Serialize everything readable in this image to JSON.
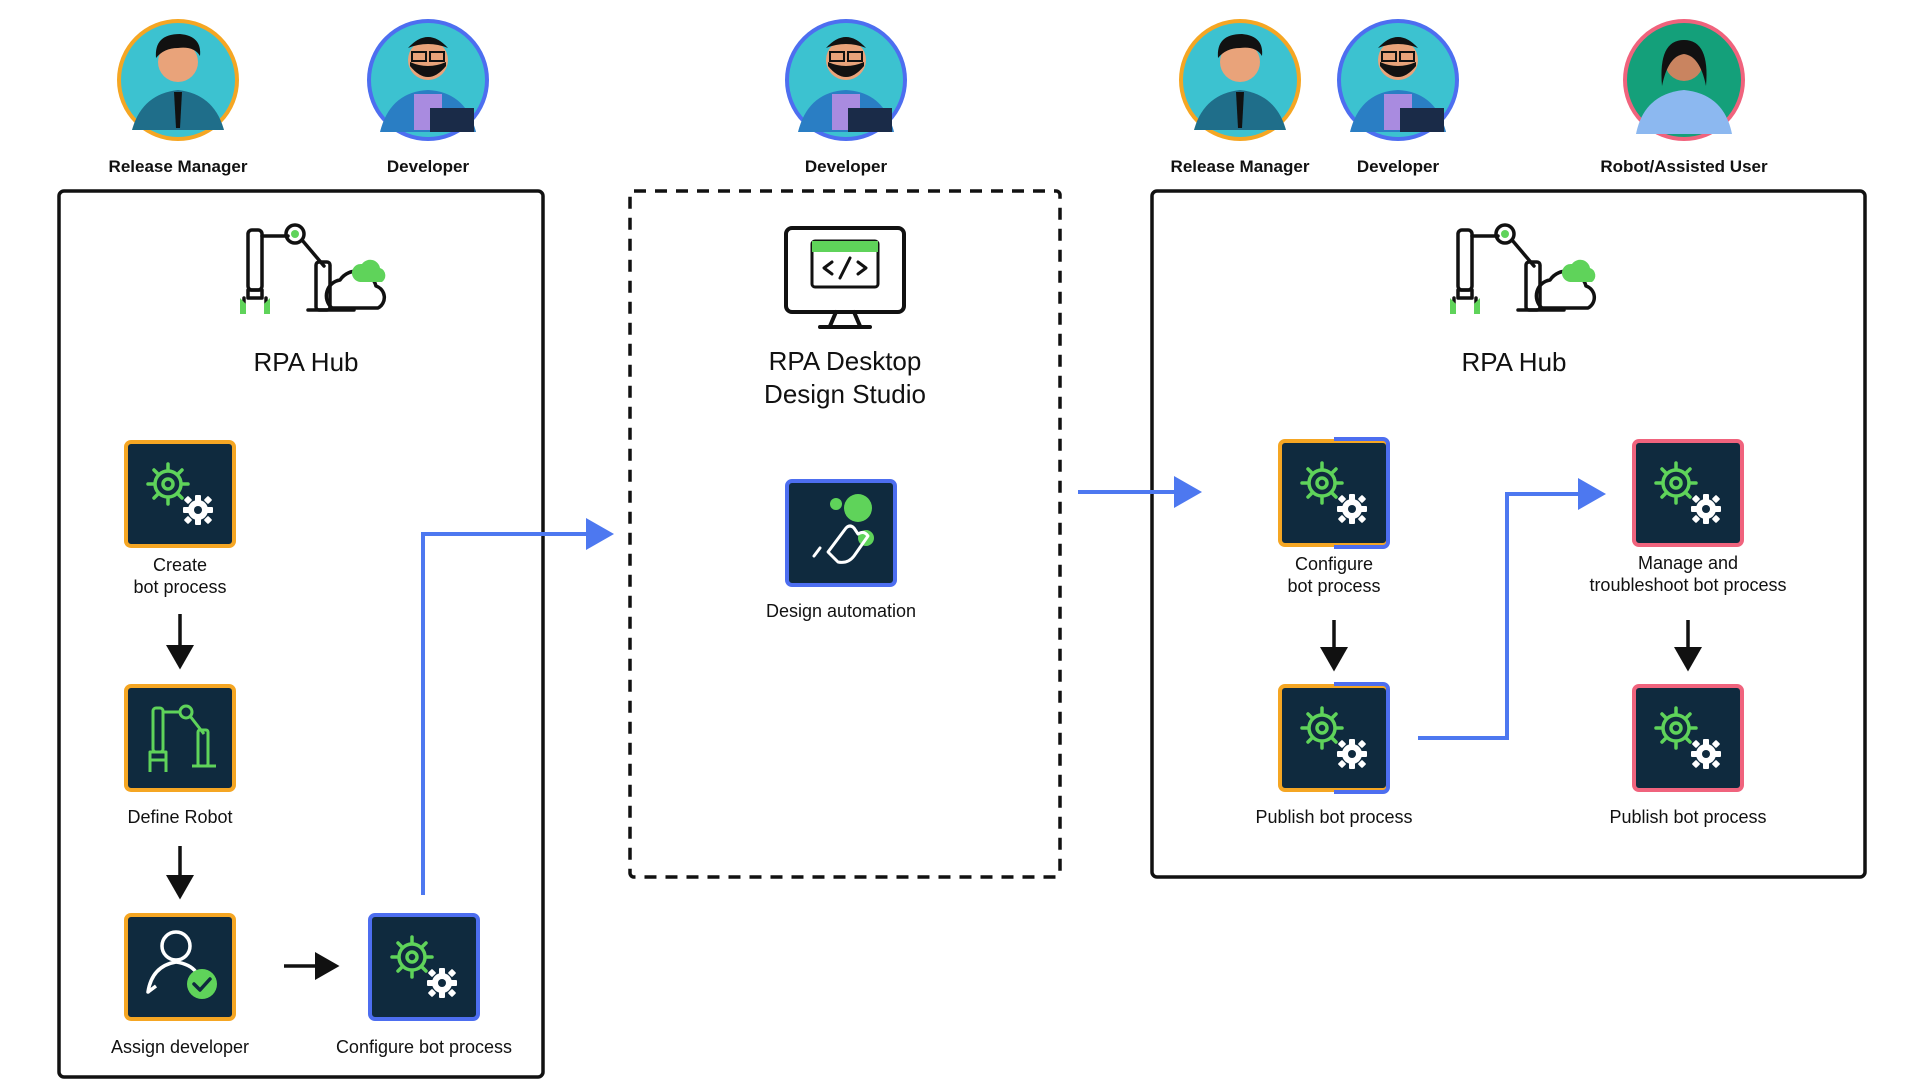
{
  "personas": {
    "release_manager_1": "Release Manager",
    "developer_1": "Developer",
    "developer_2": "Developer",
    "release_manager_2": "Release Manager",
    "developer_3": "Developer",
    "robot_user": "Robot/Assisted User"
  },
  "left_panel": {
    "title": "RPA Hub",
    "create_line1": "Create",
    "create_line2": "bot process",
    "define_robot": "Define Robot",
    "assign_developer": "Assign developer",
    "configure": "Configure bot process"
  },
  "middle_panel": {
    "title_line1": "RPA Desktop",
    "title_line2": "Design Studio",
    "design_automation": "Design automation"
  },
  "right_panel": {
    "title": "RPA Hub",
    "configure_line1": "Configure",
    "configure_line2": "bot process",
    "publish_1": "Publish bot process",
    "manage_line1": "Manage and",
    "manage_line2": "troubleshoot bot process",
    "publish_2": "Publish bot process"
  },
  "colors": {
    "orange_border": "#f5a623",
    "blue_border": "#4d6ef0",
    "pink_border": "#f0637d",
    "tile_bg": "#0f2a3e",
    "icon_green": "#5fd35a",
    "flow_arrow": "#4d78f0"
  }
}
